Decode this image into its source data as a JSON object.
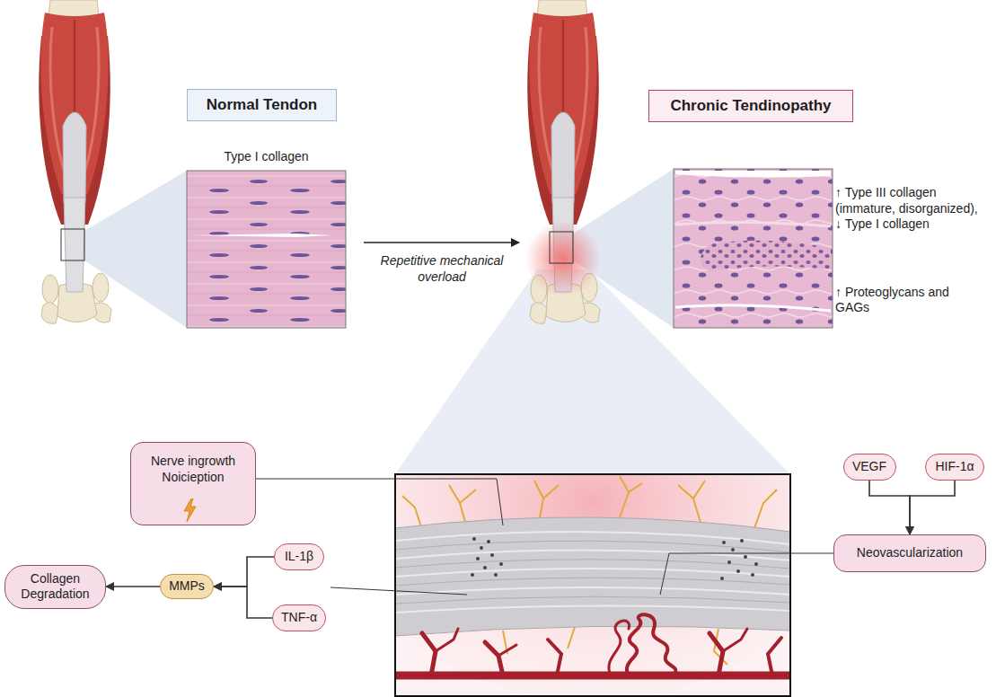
{
  "diagram": {
    "nodes": [
      {
        "text": [
          "Normal Tendon"
        ]
      },
      {
        "text": [
          "Chronic Tendinopathy"
        ]
      },
      {
        "text": [
          "Type I collagen"
        ]
      },
      {
        "text": [
          "↑ Type III collagen (immature, disorganized), ↓ Type I collagen",
          "↑ Proteoglycans and GAGs"
        ]
      },
      {
        "text": [
          "Nerve ingrowth Noicieption"
        ]
      },
      {
        "text": [
          "VEGF"
        ]
      },
      {
        "text": [
          "HIF-1α"
        ]
      },
      {
        "text": [
          "IL-1β"
        ]
      },
      {
        "text": [
          "Neovascularization"
        ]
      },
      {
        "text": [
          "Collagen Degradation"
        ]
      },
      {
        "text": [
          "MMPs"
        ]
      },
      {
        "text": [
          "TNF-α"
        ]
      }
    ],
    "edges": [
      {
        "from": 5,
        "to": 8,
        "arrow": "to"
      },
      {
        "from": 6,
        "to": 8,
        "arrow": "to"
      },
      {
        "from": 7,
        "to": 10,
        "arrow": "to"
      },
      {
        "from": 11,
        "to": 10,
        "arrow": "to"
      },
      {
        "from": 10,
        "to": 9,
        "arrow": "to"
      }
    ],
    "labels": [
      "Repetitive mechanical overload"
    ]
  }
}
